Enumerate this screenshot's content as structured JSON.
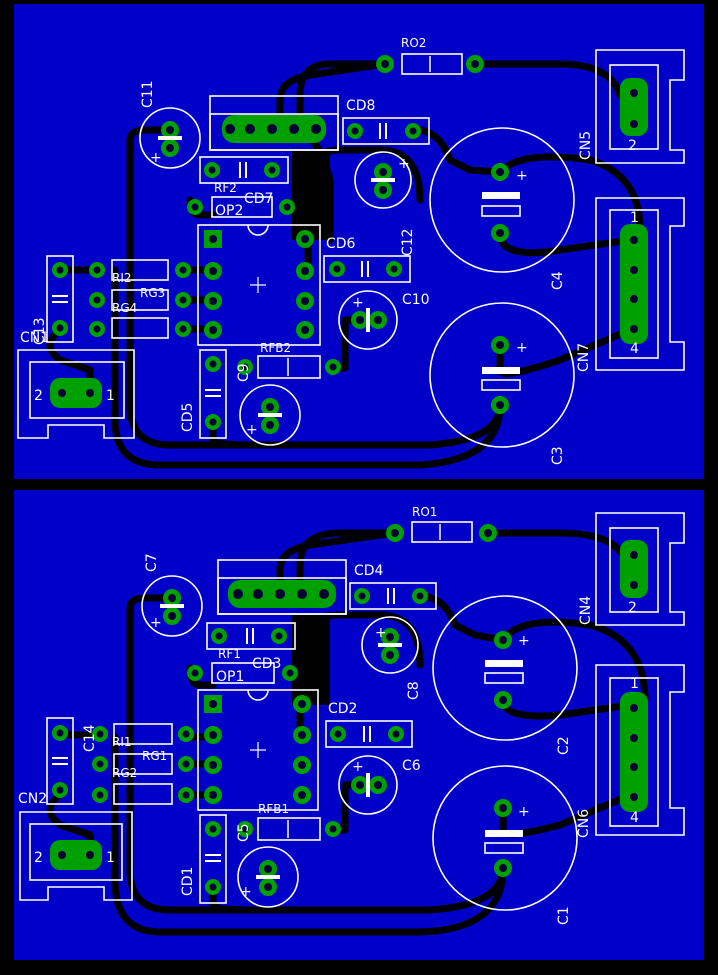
{
  "colors": {
    "board": "#0000c8",
    "background": "#000000",
    "track": "#000000",
    "silkscreen": "#ffffff",
    "pad": "#00a000",
    "drill": "#000033"
  },
  "top": {
    "labels": {
      "ro": "RO2",
      "c_small": "C11",
      "cd_a": "CD8",
      "rf_a": "RF2",
      "cd_b": "CD7",
      "op": "OP2",
      "c_mid": "C12",
      "cd_c": "CD6",
      "ri": "RI2",
      "rg": "RG3",
      "rg2": "RG4",
      "c_v": "C13",
      "c_mid2": "C10",
      "cn_in": "CN1",
      "rfb": "RFB2",
      "c_low": "C9",
      "cd_d": "CD5",
      "cn_out1": "CN5",
      "cn_out2": "CN7",
      "c_big1": "C4",
      "c_big2": "C3",
      "pin1": "1",
      "pin2": "2",
      "pin4": "4"
    }
  },
  "bottom": {
    "labels": {
      "ro": "RO1",
      "c_small": "C7",
      "cd_a": "CD4",
      "rf_a": "RF1",
      "cd_b": "CD3",
      "op": "OP1",
      "c_mid": "C8",
      "cd_c": "CD2",
      "ri": "RI1",
      "rg": "RG1",
      "rg2": "RG2",
      "c_v": "C14",
      "c_mid2": "C6",
      "cn_in": "CN2",
      "rfb": "RFB1",
      "c_low": "C5",
      "cd_d": "CD1",
      "cn_out1": "CN4",
      "cn_out2": "CN6",
      "c_big1": "C2",
      "c_big2": "C1",
      "pin1": "1",
      "pin2": "2",
      "pin4": "4"
    }
  }
}
